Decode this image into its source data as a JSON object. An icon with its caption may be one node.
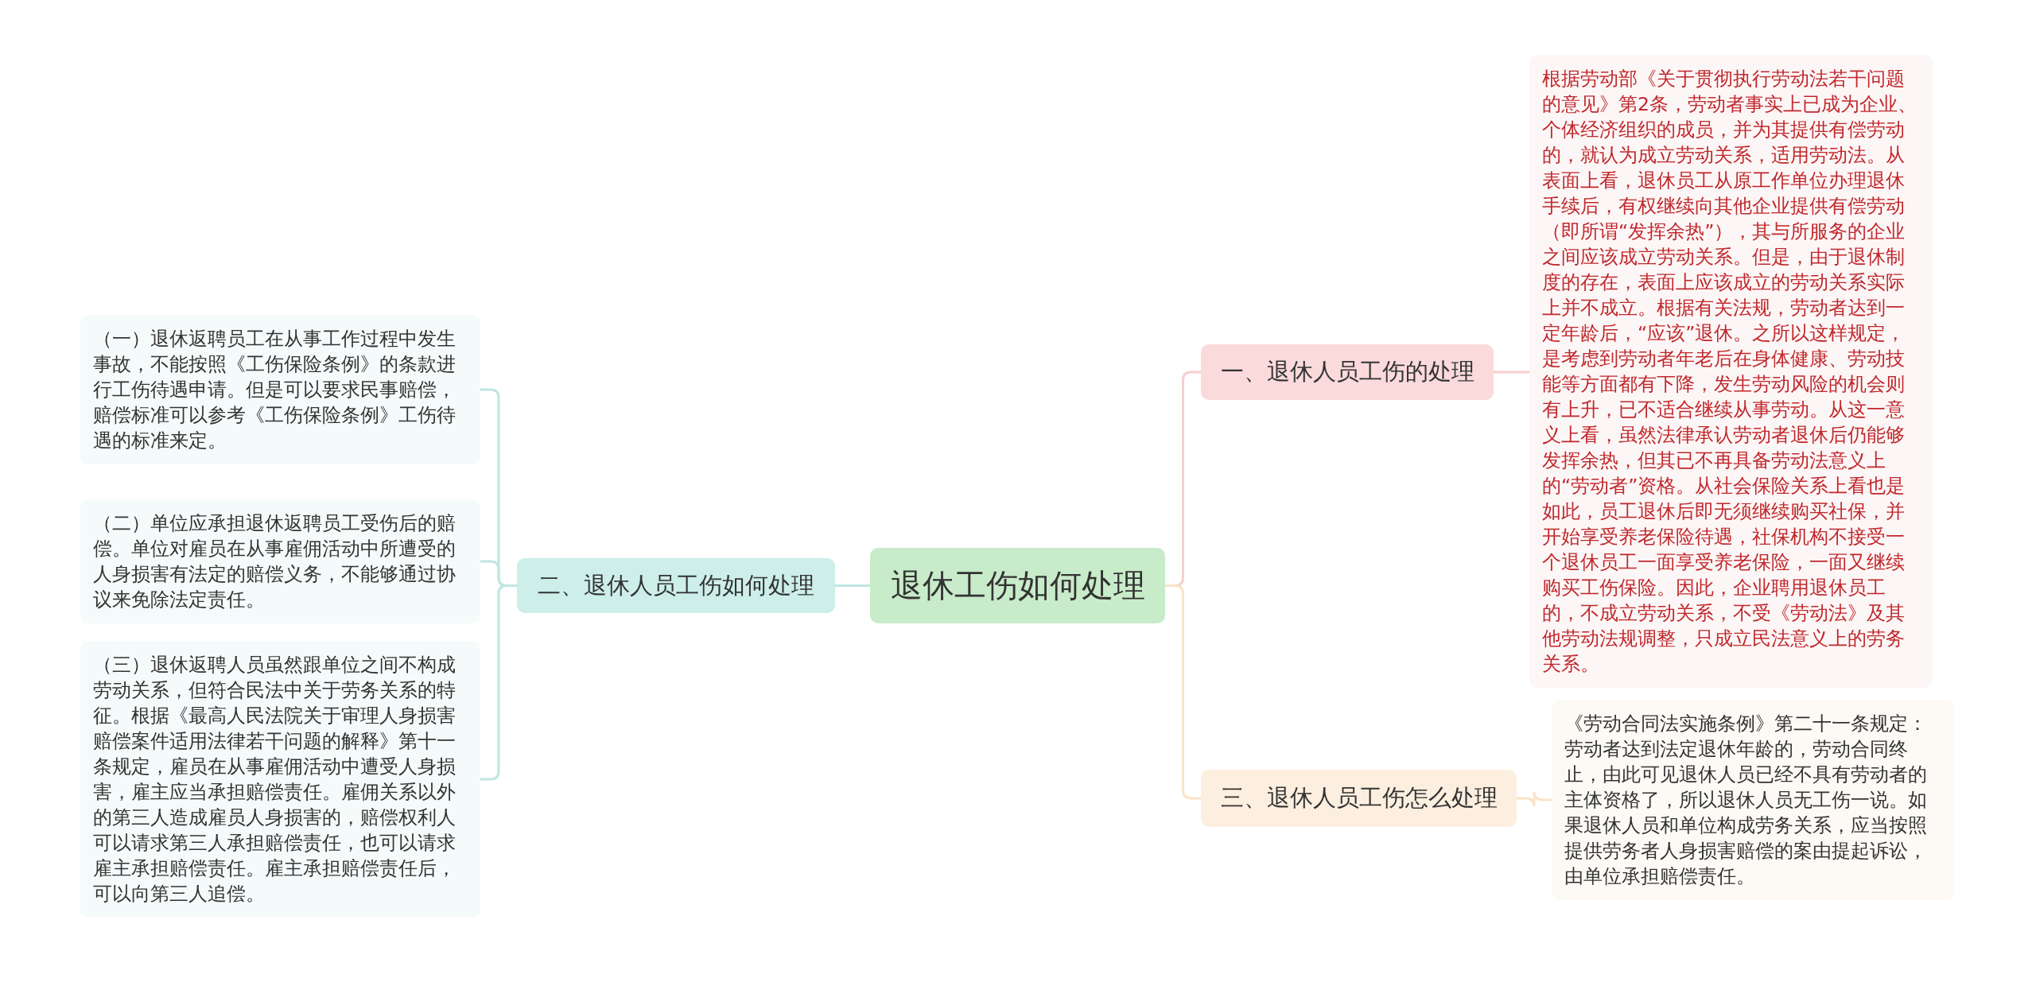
{
  "diagram": {
    "nodes": [
      {
        "text": [
          "退休工伤如何处理"
        ]
      },
      {
        "text": [
          "一、退休人员工伤的处理"
        ]
      },
      {
        "text": [
          "根据劳动部《关于贯彻执行劳动法若干问题的意见》第2条，劳动者事实上已成为企业、个体经济组织的成员，并为其提供有偿劳动的，就认为成立劳动关系，适用劳动法。从表面上看，退休员工从原工作单位办理退休手续后，有权继续向其他企业提供有偿劳动（即所谓“发挥余热”），其与所服务的企业之间应该成立劳动关系。但是，由于退休制度的存在，表面上应该成立的劳动关系实际上并不成立。根据有关法规，劳动者达到一定年龄后，“应该”退休。之所以这样规定，是考虑到劳动者年老后在身体健康、劳动技能等方面都有下降，发生劳动风险的机会则有上升，已不适合继续从事劳动。从这一意义上看，虽然法律承认劳动者退休后仍能够发挥余热，但其已不再具备劳动法意义上的“劳动者”资格。从社会保险关系上看也是如此，员工退休后即无须继续购买社保，并开始享受养老保险待遇，社保机构不接受一个退休员工一面享受养老保险，一面又继续购买工伤保险。因此，企业聘用退休员工的，不成立劳动关系，不受《劳动法》及其他劳动法规调整，只成立民法意义上的劳务关系。"
        ]
      },
      {
        "text": [
          "二、退休人员工伤如何处理"
        ]
      },
      {
        "text": [
          "（一）退休返聘员工在从事工作过程中发生事故，不能按照《工伤保险条例》的条款进行工伤待遇申请。但是可以要求民事赔偿，赔偿标准可以参考《工伤保险条例》工伤待遇的标准来定。"
        ]
      },
      {
        "text": [
          "（二）单位应承担退休返聘员工受伤后的赔偿。单位对雇员在从事雇佣活动中所遭受的人身损害有法定的赔偿义务，不能够通过协议来免除法定责任。"
        ]
      },
      {
        "text": [
          "（三）退休返聘人员虽然跟单位之间不构成劳动关系，但符合民法中关于劳务关系的特征。根据《最高人民法院关于审理人身损害赔偿案件适用法律若干问题的解释》第十一条规定，雇员在从事雇佣活动中遭受人身损害，雇主应当承担赔偿责任。雇佣关系以外的第三人造成雇员人身损害的，赔偿权利人可以请求第三人承担赔偿责任，也可以请求雇主承担赔偿责任。雇主承担赔偿责任后，可以向第三人追偿。"
        ]
      },
      {
        "text": [
          "三、退休人员工伤怎么处理"
        ]
      },
      {
        "text": [
          "《劳动合同法实施条例》第二十一条规定：劳动者达到法定退休年龄的，劳动合同终止，由此可见退休人员已经不具有劳动者的主体资格了，所以退休人员无工伤一说。如果退休人员和单位构成劳务关系，应当按照提供劳务者人身损害赔偿的案由提起诉讼，由单位承担赔偿责任。"
        ]
      }
    ],
    "edges": [
      {
        "from": 0,
        "to": 1,
        "arrow": "none",
        "color": "#f6cfcf"
      },
      {
        "from": 1,
        "to": 2,
        "arrow": "none",
        "color": "#f6cfcf"
      },
      {
        "from": 0,
        "to": 3,
        "arrow": "none"
      },
      {
        "from": 3,
        "to": 4,
        "arrow": "none"
      },
      {
        "from": 3,
        "to": 5,
        "arrow": "none"
      },
      {
        "from": 3,
        "to": 6,
        "arrow": "none"
      },
      {
        "from": 0,
        "to": 7,
        "arrow": "none",
        "color": "#fbe3c8"
      },
      {
        "from": 7,
        "to": 8,
        "arrow": "none",
        "color": "#fbe3c8"
      }
    ]
  }
}
